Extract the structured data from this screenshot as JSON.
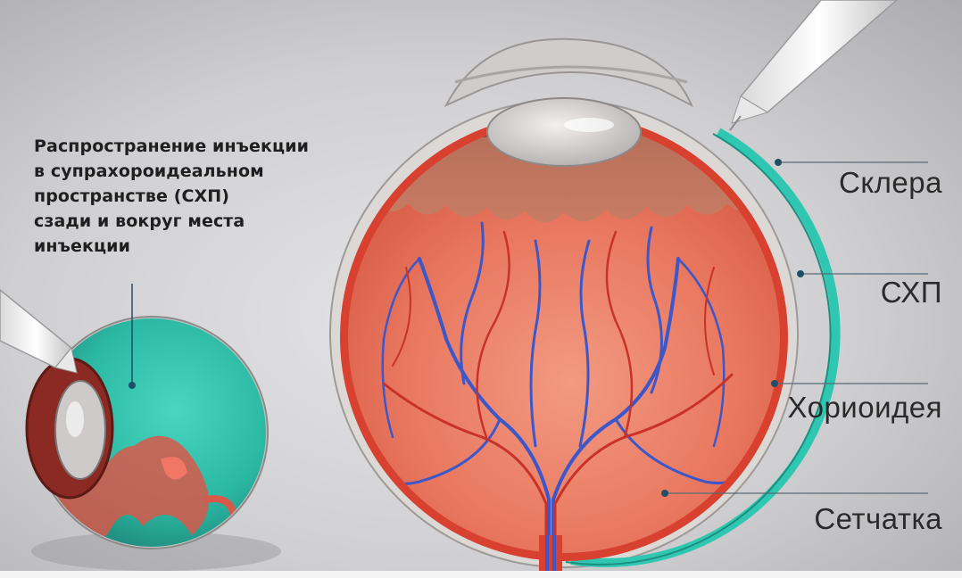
{
  "caption": {
    "lines": [
      "Распространение инъекции",
      "в супрахороидеальном",
      "пространстве (СХП)",
      "сзади и вокруг места",
      "инъекции"
    ]
  },
  "labels": {
    "sclera": "Склера",
    "suprachoroidal_space": "СХП",
    "choroid": "Хориоидея",
    "retina": "Сетчатка"
  },
  "colors": {
    "background": "#c9c9cb",
    "sclera": "#d8d4d2",
    "injection_fluid": "#2fc7b1",
    "choroid": "#e14c3f",
    "retina": "#e77b63",
    "vessels": "#3d57c8"
  }
}
